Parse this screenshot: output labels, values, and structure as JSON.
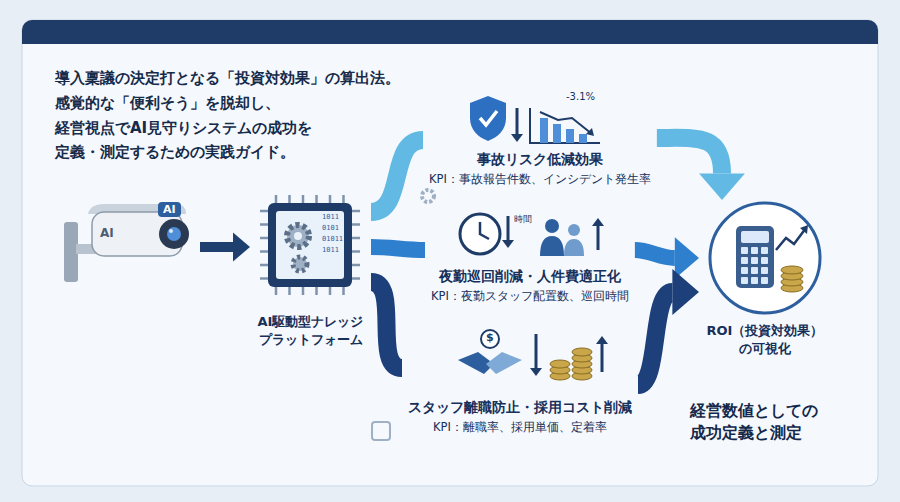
{
  "diagram": {
    "title": "導入稟議の決定打となる「投資対効果」の算出法。 感覚的な「便利そう」を脱却し、 経営視点でAI見守りシステムの成功を 定義・測定するための実践ガイド。",
    "nodes": [
      {
        "text": [
          "AI",
          "AI"
        ]
      },
      {
        "text": [
          "AI駆動型ナレッジ プラットフォーム"
        ]
      },
      {
        "text": [
          "事故リスク低減効果",
          "KPI：事故報告件数、インシデント発生率"
        ]
      },
      {
        "text": [
          "夜勤巡回削減・人件費適正化",
          "KPI：夜勤スタッフ配置数、巡回時間"
        ]
      },
      {
        "text": [
          "スタッフ離職防止・採用コスト削減",
          "KPI：離職率、採用単価、定着率"
        ]
      },
      {
        "text": [
          "ROI（投資対効果） の可視化"
        ]
      }
    ],
    "edges": [
      {
        "from": 0,
        "to": 1,
        "arrow": "to"
      },
      {
        "from": 1,
        "to": 2,
        "arrow": "none"
      },
      {
        "from": 1,
        "to": 3,
        "arrow": "none"
      },
      {
        "from": 1,
        "to": 4,
        "arrow": "none"
      },
      {
        "from": 2,
        "to": 5,
        "arrow": "to"
      },
      {
        "from": 3,
        "to": 5,
        "arrow": "to"
      },
      {
        "from": 4,
        "to": 5,
        "arrow": "to"
      }
    ],
    "labels": [
      "-3.1%",
      "時間",
      "$",
      "1011",
      "0101",
      "01011",
      "1011",
      "経営数値としての 成功定義と測定"
    ]
  }
}
